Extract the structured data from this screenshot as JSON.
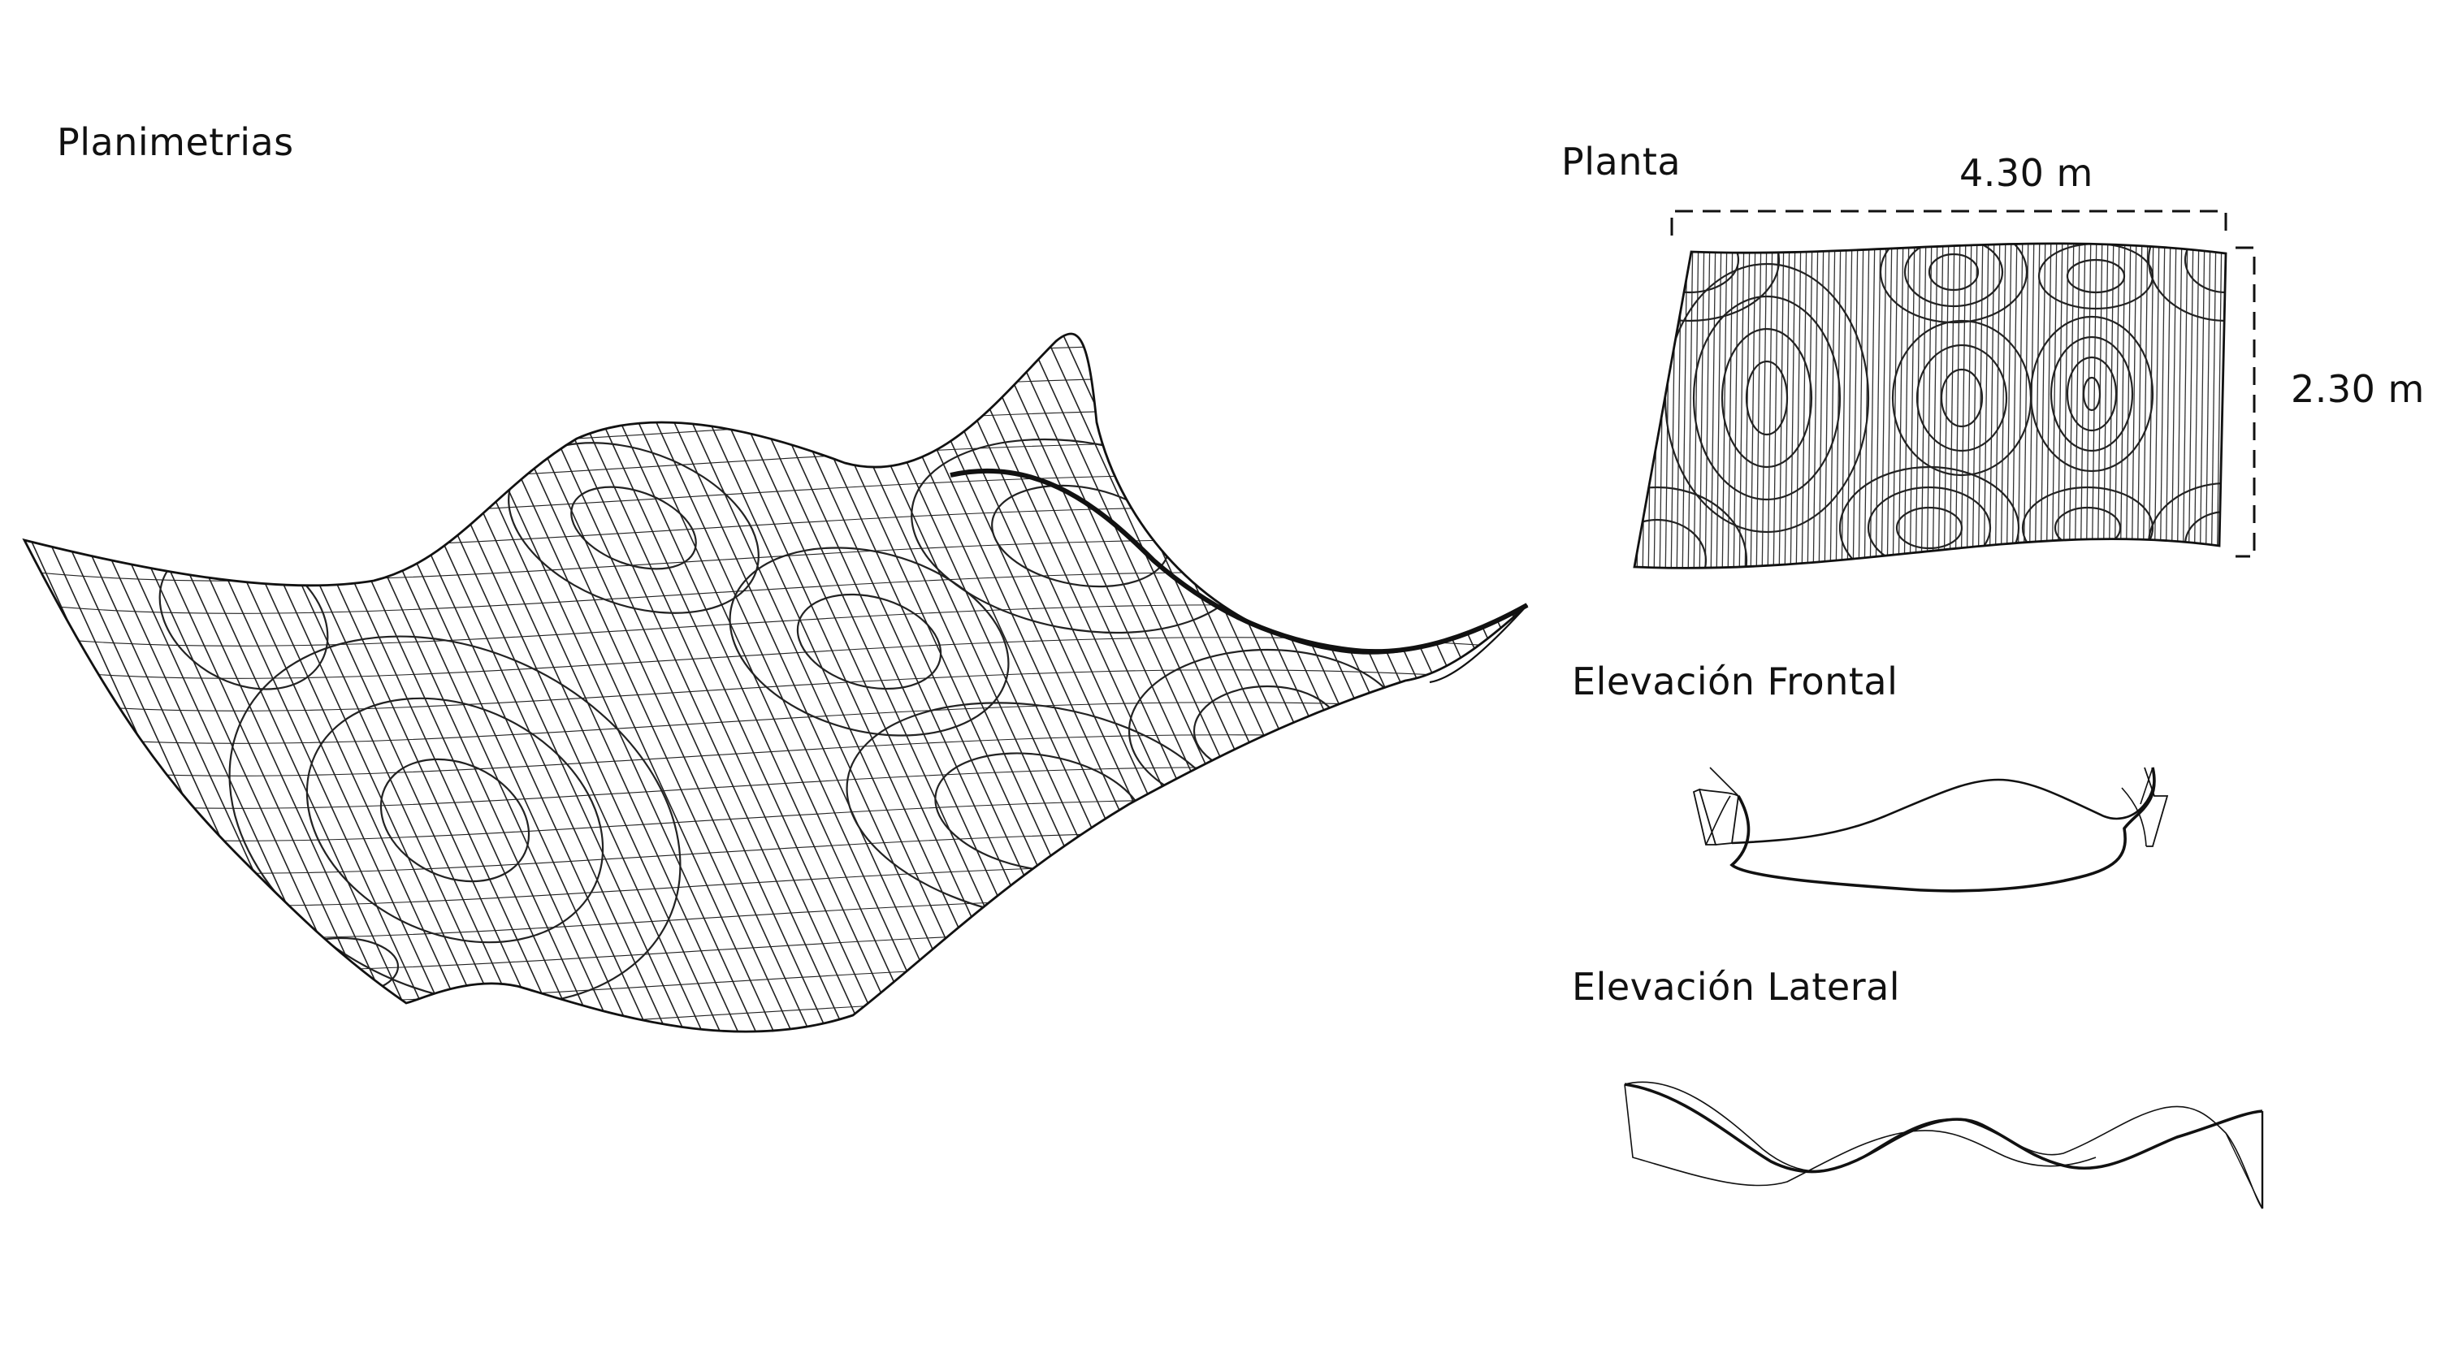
{
  "labels": {
    "main_title": "Planimetrias",
    "plan_title": "Planta",
    "plan_width": "4.30 m",
    "plan_height": "2.30 m",
    "front_elevation_title": "Elevación Frontal",
    "side_elevation_title": "Elevación Lateral"
  },
  "colors": {
    "ink": "#111111",
    "background": "#ffffff"
  }
}
